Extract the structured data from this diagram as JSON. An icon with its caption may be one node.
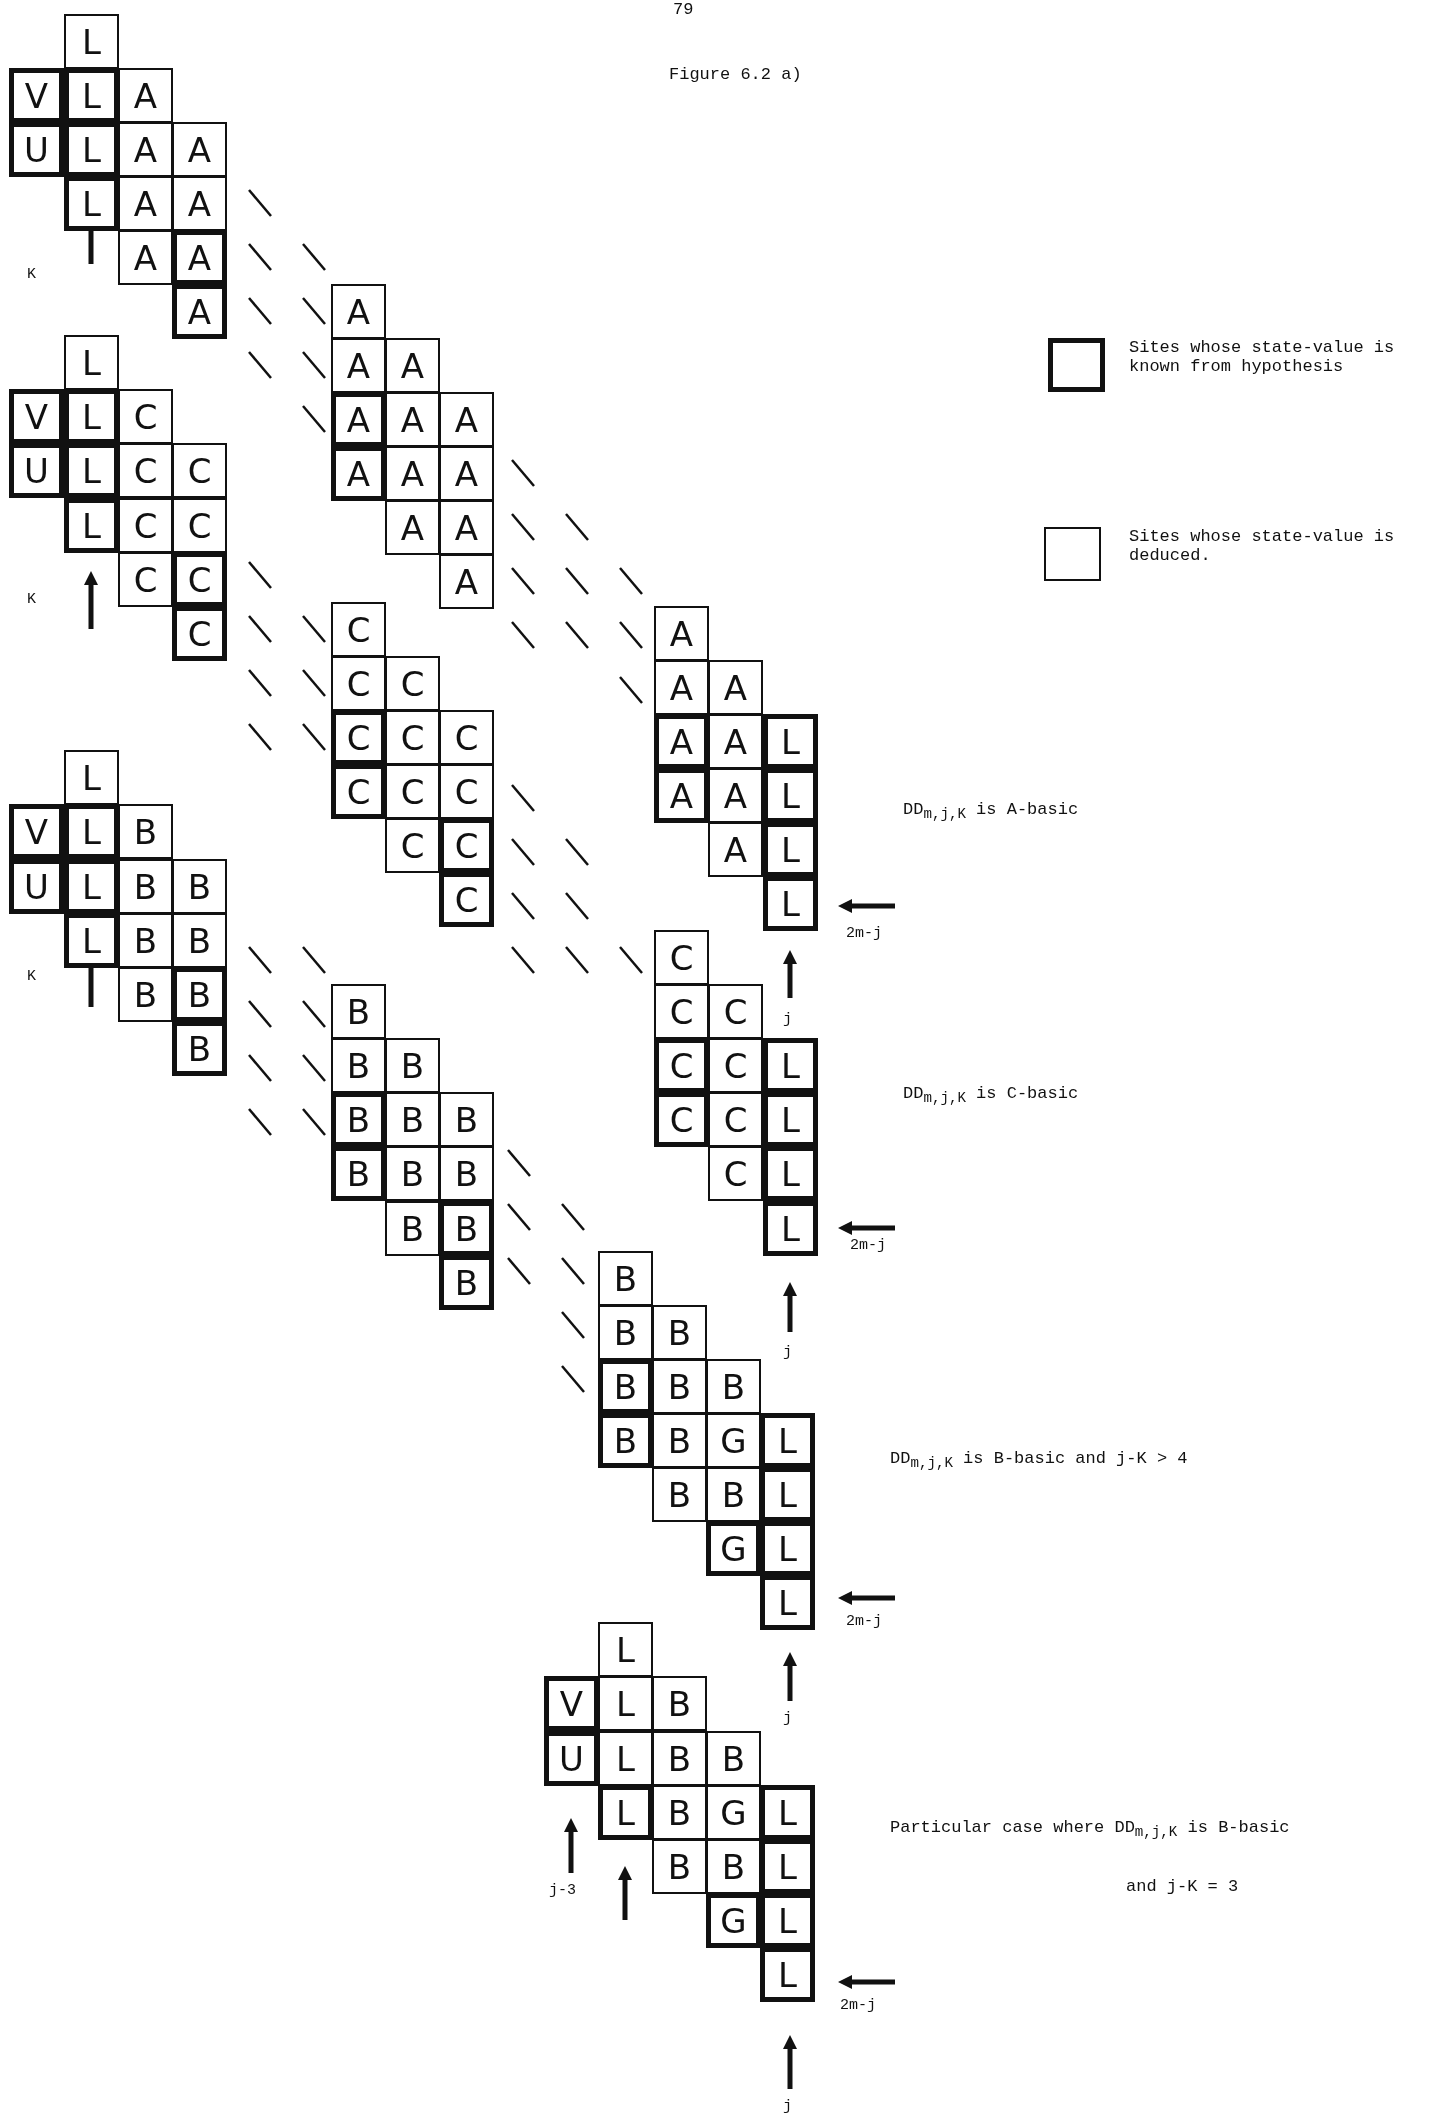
{
  "diagram": {
    "title": "Figure 6.2 a)",
    "nodes": [
      {
        "text": [
          "L"
        ]
      },
      {
        "text": [
          "V"
        ]
      },
      {
        "text": [
          "L"
        ]
      },
      {
        "text": [
          "A"
        ]
      },
      {
        "text": [
          "U"
        ]
      },
      {
        "text": [
          "L"
        ]
      },
      {
        "text": [
          "A"
        ]
      },
      {
        "text": [
          "A"
        ]
      },
      {
        "text": [
          "L"
        ]
      },
      {
        "text": [
          "A"
        ]
      },
      {
        "text": [
          "A"
        ]
      },
      {
        "text": [
          "A"
        ]
      },
      {
        "text": [
          "A"
        ]
      },
      {
        "text": [
          "A"
        ]
      },
      {
        "text": [
          "L"
        ]
      },
      {
        "text": [
          "V"
        ]
      },
      {
        "text": [
          "L"
        ]
      },
      {
        "text": [
          "C"
        ]
      },
      {
        "text": [
          "U"
        ]
      },
      {
        "text": [
          "L"
        ]
      },
      {
        "text": [
          "C"
        ]
      },
      {
        "text": [
          "C"
        ]
      },
      {
        "text": [
          "L"
        ]
      },
      {
        "text": [
          "C"
        ]
      },
      {
        "text": [
          "C"
        ]
      },
      {
        "text": [
          "C"
        ]
      },
      {
        "text": [
          "C"
        ]
      },
      {
        "text": [
          "C"
        ]
      },
      {
        "text": [
          "L"
        ]
      },
      {
        "text": [
          "V"
        ]
      },
      {
        "text": [
          "L"
        ]
      },
      {
        "text": [
          "B"
        ]
      },
      {
        "text": [
          "U"
        ]
      },
      {
        "text": [
          "L"
        ]
      },
      {
        "text": [
          "B"
        ]
      },
      {
        "text": [
          "B"
        ]
      },
      {
        "text": [
          "L"
        ]
      },
      {
        "text": [
          "B"
        ]
      },
      {
        "text": [
          "B"
        ]
      },
      {
        "text": [
          "B"
        ]
      },
      {
        "text": [
          "B"
        ]
      },
      {
        "text": [
          "B"
        ]
      },
      {
        "text": [
          "A"
        ]
      },
      {
        "text": [
          "A"
        ]
      },
      {
        "text": [
          "A"
        ]
      },
      {
        "text": [
          "A"
        ]
      },
      {
        "text": [
          "A"
        ]
      },
      {
        "text": [
          "A"
        ]
      },
      {
        "text": [
          "A"
        ]
      },
      {
        "text": [
          "A"
        ]
      },
      {
        "text": [
          "A"
        ]
      },
      {
        "text": [
          "A"
        ]
      },
      {
        "text": [
          "A"
        ]
      },
      {
        "text": [
          "A"
        ]
      },
      {
        "text": [
          "C"
        ]
      },
      {
        "text": [
          "C"
        ]
      },
      {
        "text": [
          "C"
        ]
      },
      {
        "text": [
          "C"
        ]
      },
      {
        "text": [
          "C"
        ]
      },
      {
        "text": [
          "C"
        ]
      },
      {
        "text": [
          "C"
        ]
      },
      {
        "text": [
          "C"
        ]
      },
      {
        "text": [
          "C"
        ]
      },
      {
        "text": [
          "C"
        ]
      },
      {
        "text": [
          "C"
        ]
      },
      {
        "text": [
          "C"
        ]
      },
      {
        "text": [
          "B"
        ]
      },
      {
        "text": [
          "B"
        ]
      },
      {
        "text": [
          "B"
        ]
      },
      {
        "text": [
          "B"
        ]
      },
      {
        "text": [
          "B"
        ]
      },
      {
        "text": [
          "B"
        ]
      },
      {
        "text": [
          "B"
        ]
      },
      {
        "text": [
          "B"
        ]
      },
      {
        "text": [
          "B"
        ]
      },
      {
        "text": [
          "B"
        ]
      },
      {
        "text": [
          "B"
        ]
      },
      {
        "text": [
          "B"
        ]
      },
      {
        "text": [
          "A"
        ]
      },
      {
        "text": [
          "A"
        ]
      },
      {
        "text": [
          "A"
        ]
      },
      {
        "text": [
          "A"
        ]
      },
      {
        "text": [
          "A"
        ]
      },
      {
        "text": [
          "L"
        ]
      },
      {
        "text": [
          "A"
        ]
      },
      {
        "text": [
          "A"
        ]
      },
      {
        "text": [
          "L"
        ]
      },
      {
        "text": [
          "A"
        ]
      },
      {
        "text": [
          "L"
        ]
      },
      {
        "text": [
          "L"
        ]
      },
      {
        "text": [
          "C"
        ]
      },
      {
        "text": [
          "C"
        ]
      },
      {
        "text": [
          "C"
        ]
      },
      {
        "text": [
          "C"
        ]
      },
      {
        "text": [
          "C"
        ]
      },
      {
        "text": [
          "L"
        ]
      },
      {
        "text": [
          "C"
        ]
      },
      {
        "text": [
          "C"
        ]
      },
      {
        "text": [
          "L"
        ]
      },
      {
        "text": [
          "C"
        ]
      },
      {
        "text": [
          "L"
        ]
      },
      {
        "text": [
          "L"
        ]
      },
      {
        "text": [
          "B"
        ]
      },
      {
        "text": [
          "B"
        ]
      },
      {
        "text": [
          "B"
        ]
      },
      {
        "text": [
          "B"
        ]
      },
      {
        "text": [
          "B"
        ]
      },
      {
        "text": [
          "B"
        ]
      },
      {
        "text": [
          "B"
        ]
      },
      {
        "text": [
          "B"
        ]
      },
      {
        "text": [
          "G"
        ]
      },
      {
        "text": [
          "L"
        ]
      },
      {
        "text": [
          "B"
        ]
      },
      {
        "text": [
          "B"
        ]
      },
      {
        "text": [
          "L"
        ]
      },
      {
        "text": [
          "G"
        ]
      },
      {
        "text": [
          "L"
        ]
      },
      {
        "text": [
          "L"
        ]
      },
      {
        "text": [
          "L"
        ]
      },
      {
        "text": [
          "V"
        ]
      },
      {
        "text": [
          "L"
        ]
      },
      {
        "text": [
          "B"
        ]
      },
      {
        "text": [
          "U"
        ]
      },
      {
        "text": [
          "L"
        ]
      },
      {
        "text": [
          "B"
        ]
      },
      {
        "text": [
          "B"
        ]
      },
      {
        "text": [
          "L"
        ]
      },
      {
        "text": [
          "B"
        ]
      },
      {
        "text": [
          "G"
        ]
      },
      {
        "text": [
          "L"
        ]
      },
      {
        "text": [
          "B"
        ]
      },
      {
        "text": [
          "B"
        ]
      },
      {
        "text": [
          "L"
        ]
      },
      {
        "text": [
          "G"
        ]
      },
      {
        "text": [
          "L"
        ]
      },
      {
        "text": [
          "L"
        ]
      }
    ],
    "labels": [
      "79",
      "K",
      "K",
      "DD$_{m,j,K}$ is A-basic",
      "2m-j",
      "K",
      "j",
      "DD$_{m,j,K}$ is C-basic",
      "2m-j",
      "j",
      "DD$_{m,j,K}$ is B-basic and j-K > 4",
      "2m-j",
      "j",
      "Particular case where DD$_{m,j,K}$ is B-basic",
      "j-3",
      "and j-K = 3",
      "2m-j",
      "j"
    ],
    "legend": [
      {
        "text": "Sites whose state-value is known from hypothesis"
      },
      {
        "text": "Sites whose state-value is deduced."
      }
    ]
  }
}
